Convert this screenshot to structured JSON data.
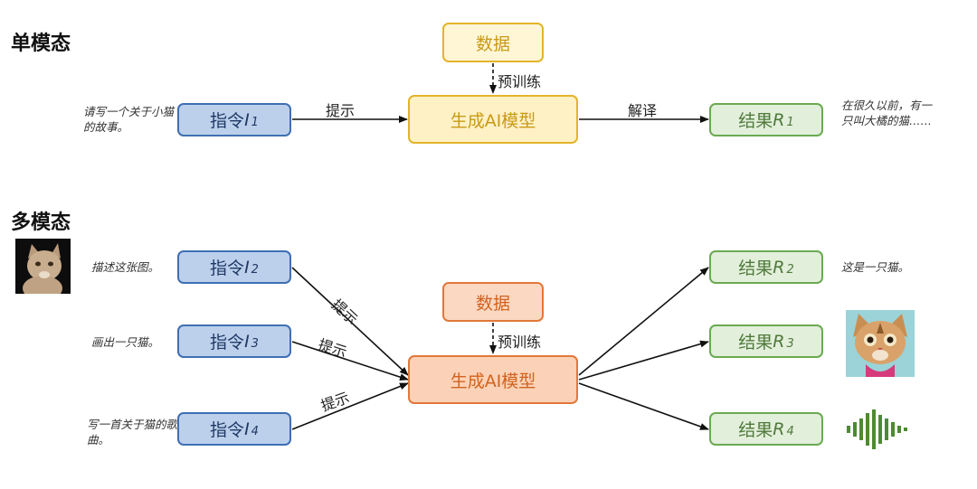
{
  "single": {
    "title": "单模态",
    "data_box": "数据",
    "pretrain_label": "预训练",
    "gen_box": "生成AI模型",
    "prompt_label": "提示",
    "decode_label": "解译",
    "instruction": {
      "text": "指令",
      "var": "I",
      "sub": "1"
    },
    "result": {
      "text": "结果",
      "var": "R",
      "sub": "1"
    },
    "input_note": "请写一个关于小猫的故事。",
    "output_note": "在很久以前，有一只叫大橘的猫……"
  },
  "multi": {
    "title": "多模态",
    "data_box": "数据",
    "pretrain_label": "预训练",
    "gen_box": "生成AI模型",
    "prompt_labels": [
      "提示",
      "提示",
      "提示"
    ],
    "instructions": [
      {
        "text": "指令",
        "var": "I",
        "sub": "2",
        "note": "描述这张图。"
      },
      {
        "text": "指令",
        "var": "I",
        "sub": "3",
        "note": "画出一只猫。"
      },
      {
        "text": "指令",
        "var": "I",
        "sub": "4",
        "note": "写一首关于猫的歌曲。"
      }
    ],
    "results": [
      {
        "text": "结果",
        "var": "R",
        "sub": "2",
        "note": "这是一只猫。"
      },
      {
        "text": "结果",
        "var": "R",
        "sub": "3"
      },
      {
        "text": "结果",
        "var": "R",
        "sub": "4"
      }
    ]
  },
  "colors": {
    "instruction_fill": "#bcd0ec",
    "result_fill": "#e2efda",
    "single_model_fill": "#fff1c6",
    "multi_model_fill": "#fbd2b7"
  },
  "icons": [
    "cat-photo",
    "cartoon-cat-image",
    "sound-wave-icon"
  ]
}
